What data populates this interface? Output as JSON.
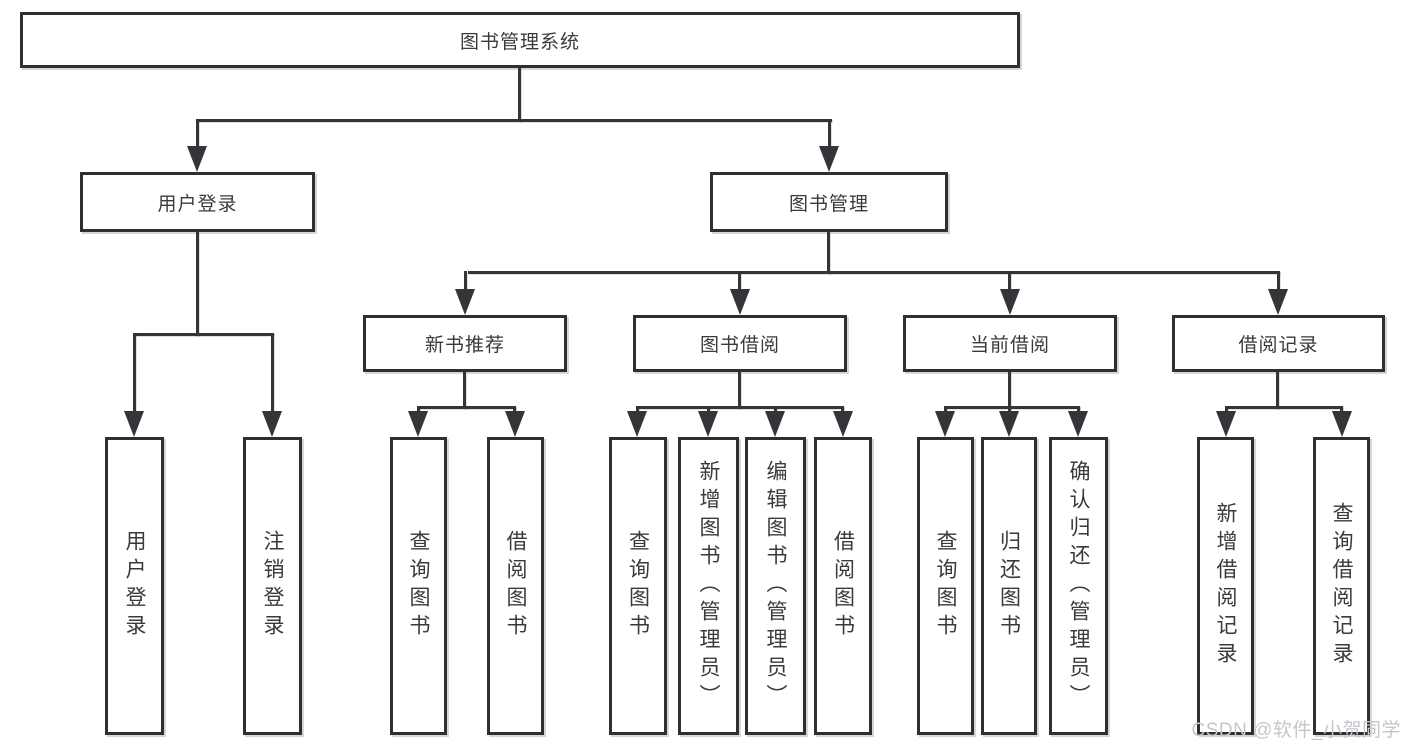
{
  "diagram_type": "hierarchy-tree",
  "colors": {
    "line": "#333538",
    "box_border": "#2e2f31",
    "box_fill": "#ffffff",
    "text": "#3a3a3a",
    "watermark": "#c3c7cb",
    "background": "#ffffff"
  },
  "tree": {
    "root": {
      "label": "图书管理系统",
      "children": [
        {
          "label": "用户登录",
          "children": [
            {
              "label": "用户登录"
            },
            {
              "label": "注销登录"
            }
          ]
        },
        {
          "label": "图书管理",
          "children": [
            {
              "label": "新书推荐",
              "children": [
                {
                  "label": "查询图书"
                },
                {
                  "label": "借阅图书"
                }
              ]
            },
            {
              "label": "图书借阅",
              "children": [
                {
                  "label": "查询图书"
                },
                {
                  "label": "新增图书（管理员）"
                },
                {
                  "label": "编辑图书（管理员）"
                },
                {
                  "label": "借阅图书"
                }
              ]
            },
            {
              "label": "当前借阅",
              "children": [
                {
                  "label": "查询图书"
                },
                {
                  "label": "归还图书"
                },
                {
                  "label": "确认归还（管理员）"
                }
              ]
            },
            {
              "label": "借阅记录",
              "children": [
                {
                  "label": "新增借阅记录"
                },
                {
                  "label": "查询借阅记录"
                }
              ]
            }
          ]
        }
      ]
    }
  },
  "watermark": {
    "text": "CSDN @软件_小贺同学"
  }
}
